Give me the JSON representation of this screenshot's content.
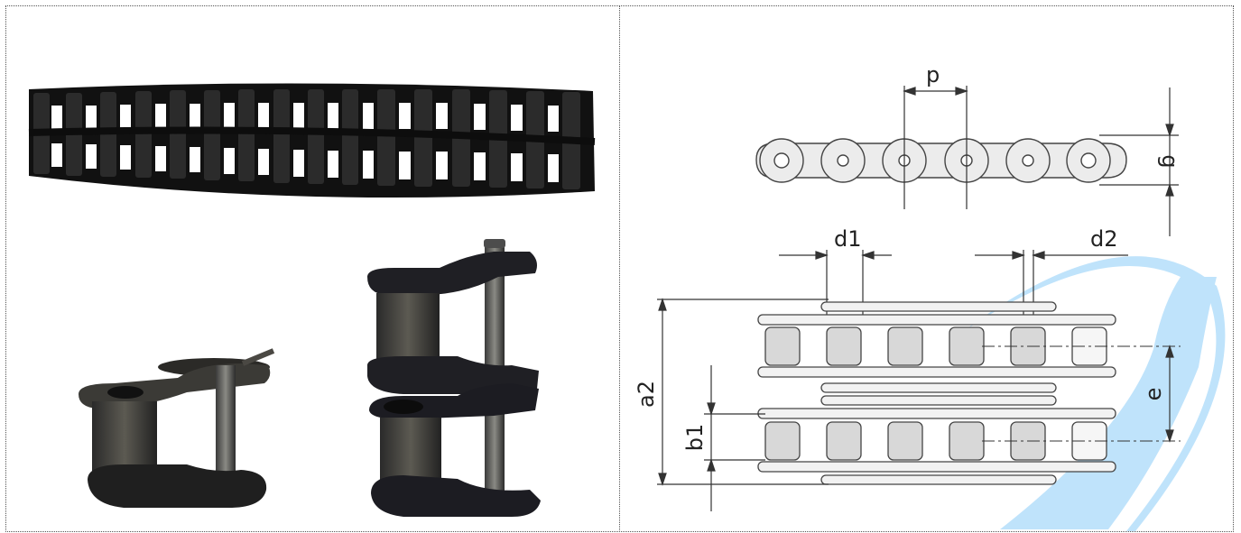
{
  "figure": {
    "left_panel": {
      "content": "photo"
    },
    "right_panel": {
      "content": "technical-drawing"
    },
    "dimensions": {
      "pitch": "p",
      "plate_height": "g",
      "roller_diameter": "d1",
      "pin_diameter": "d2",
      "overall_width": "a2",
      "inner_width": "b1",
      "transverse_pitch": "e"
    },
    "colors": {
      "chain_metal": "#1c1c1c",
      "roller_fill": "#d8d8d8",
      "watermark_arc": "#bfe3fb",
      "dimension_line": "#333333"
    }
  }
}
